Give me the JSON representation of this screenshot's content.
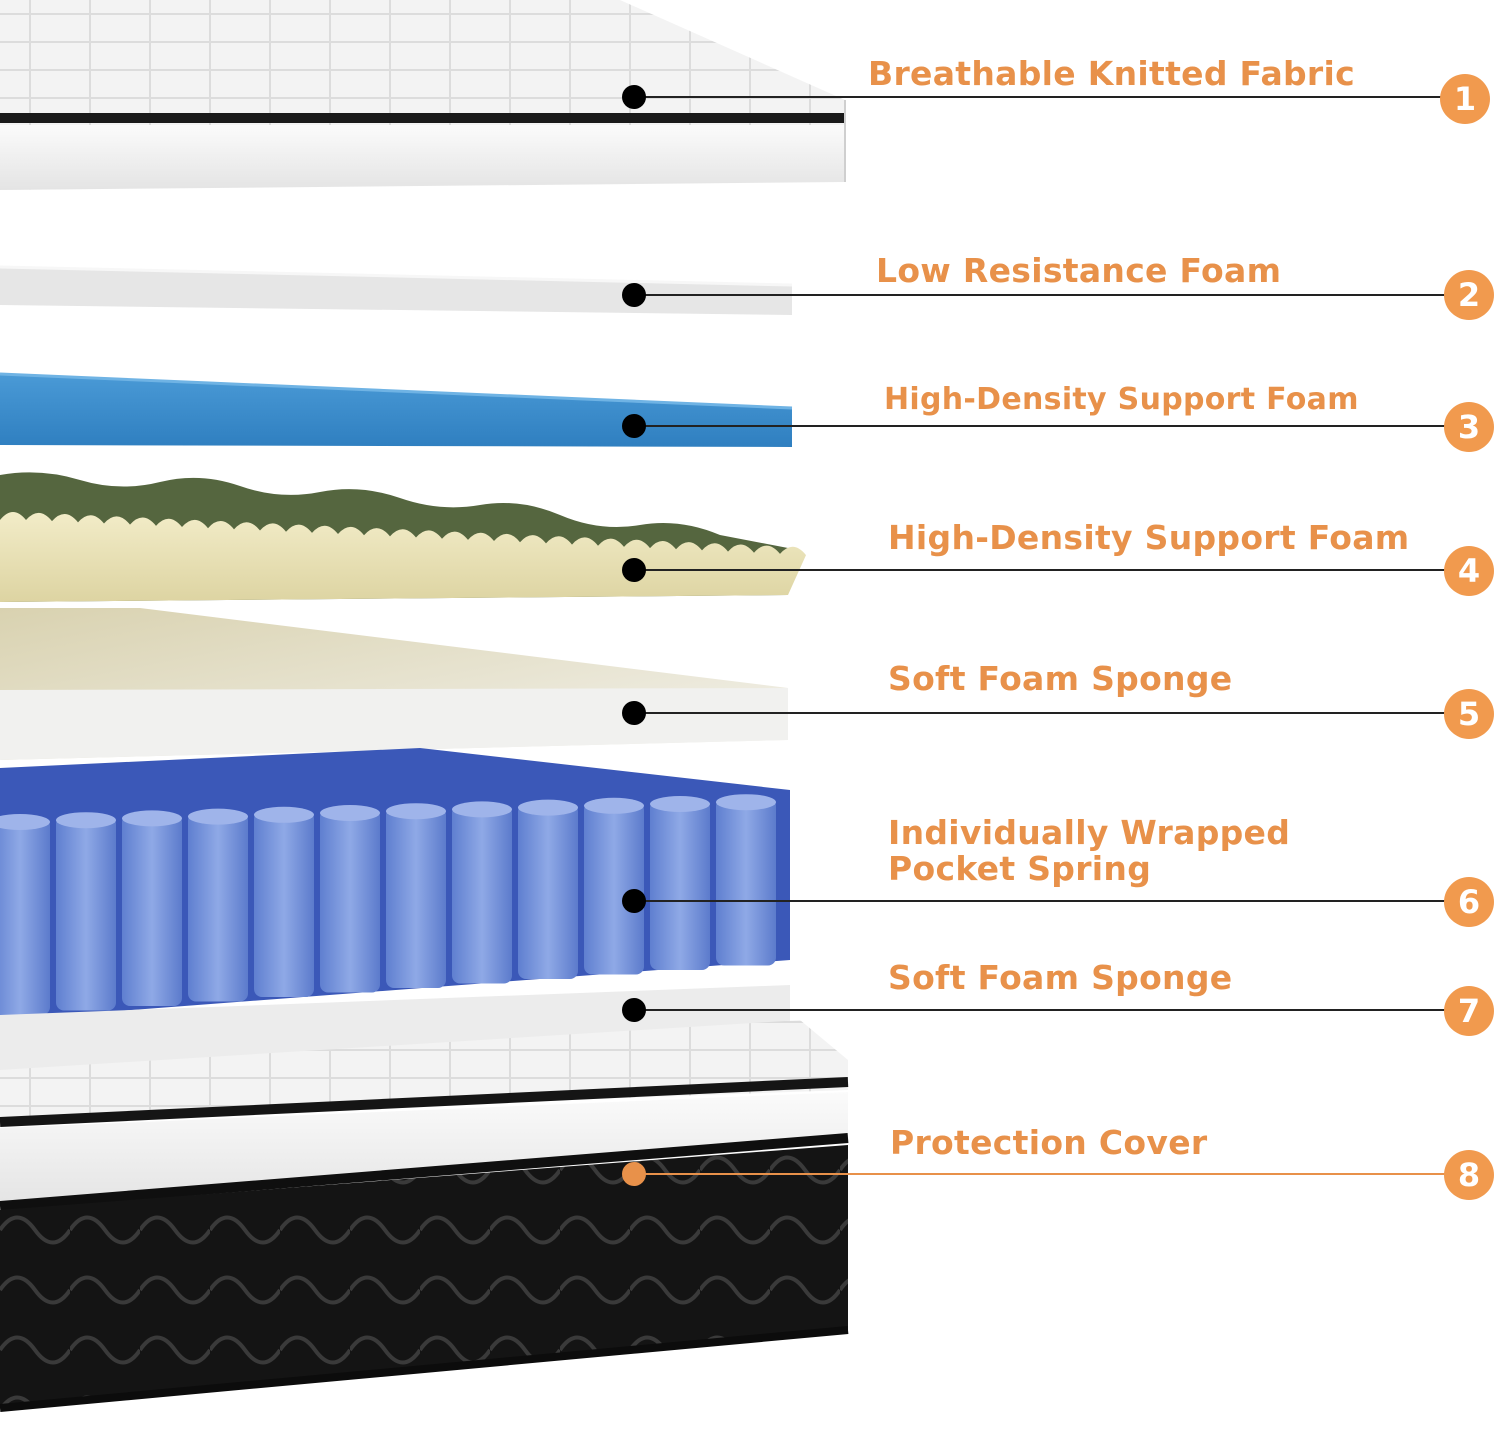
{
  "accent_color": "#E8914A",
  "layers": [
    {
      "number": "1",
      "name": "Breathable Knitted Fabric"
    },
    {
      "number": "2",
      "name": "Low Resistance Foam"
    },
    {
      "number": "3",
      "name": "High-Density Support Foam"
    },
    {
      "number": "4",
      "name": "High-Density Support Foam"
    },
    {
      "number": "5",
      "name": "Soft Foam Sponge"
    },
    {
      "number": "6",
      "name": "Individually Wrapped",
      "name_line2": "Pocket Spring"
    },
    {
      "number": "7",
      "name": "Soft Foam Sponge"
    },
    {
      "number": "8",
      "name": "Protection Cover"
    }
  ]
}
